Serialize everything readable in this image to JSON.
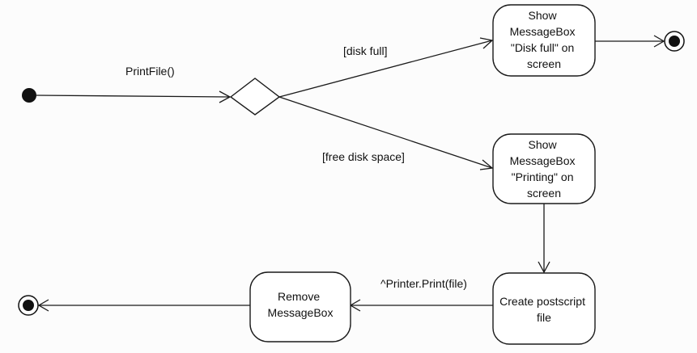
{
  "diagram": {
    "type": "uml-activity",
    "trigger_label": "PrintFile()",
    "nodes": {
      "show_disk_full": {
        "lines": [
          "Show",
          "MessageBox",
          "\"Disk full\" on",
          "screen"
        ]
      },
      "show_printing": {
        "lines": [
          "Show",
          "MessageBox",
          "\"Printing\" on",
          "screen"
        ]
      },
      "create_postscript": {
        "lines": [
          "Create postscript",
          "file"
        ]
      },
      "remove_messagebox": {
        "lines": [
          "Remove",
          "MessageBox"
        ]
      }
    },
    "guards": {
      "disk_full": "[disk full]",
      "free_disk_space": "[free disk space]"
    },
    "action_label": "^Printer.Print(file)",
    "colors": {
      "stroke": "#1a1a1a",
      "background": "#ffffff"
    }
  }
}
